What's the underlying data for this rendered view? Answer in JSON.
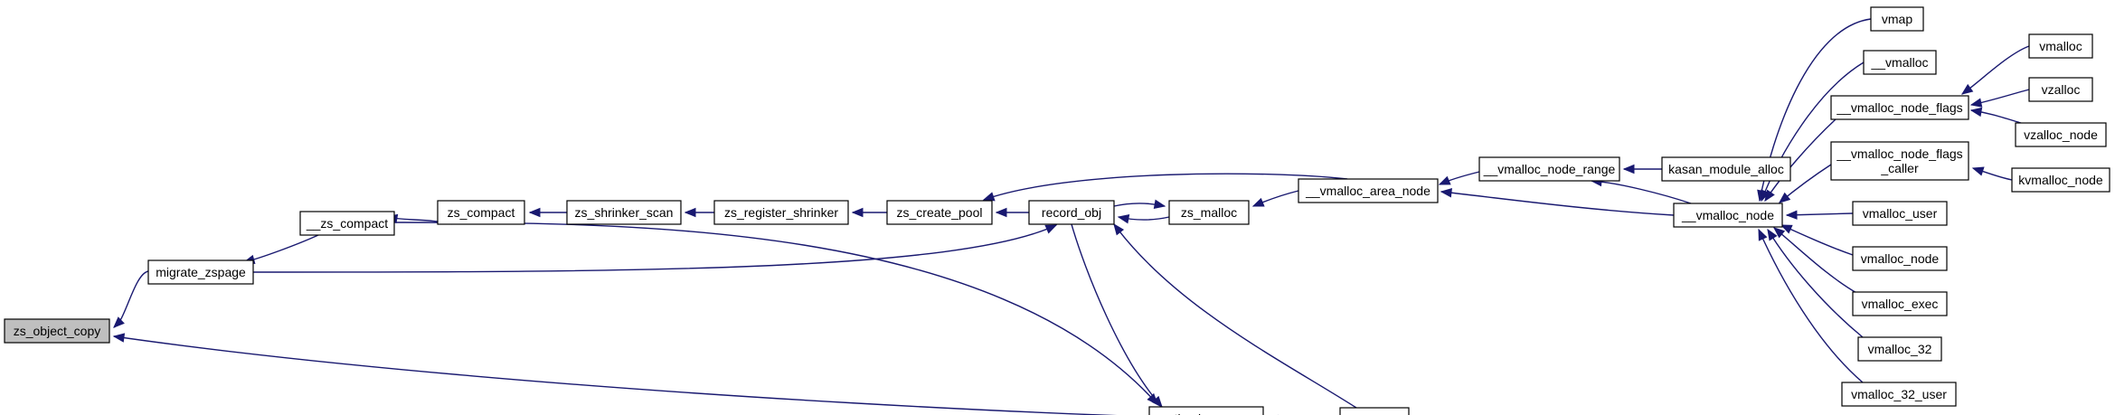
{
  "colors": {
    "edge": "#191970",
    "node_fill": "#ffffff",
    "highlight_fill": "#bfbfbf",
    "node_border": "#000000"
  },
  "diagram": {
    "type": "caller-graph",
    "nodes": [
      {
        "id": "zs_object_copy",
        "label": "zs_object_copy",
        "highlight": true
      },
      {
        "id": "migrate_zspage",
        "label": "migrate_zspage"
      },
      {
        "id": "__zs_compact",
        "label": "__zs_compact"
      },
      {
        "id": "zs_compact",
        "label": "zs_compact"
      },
      {
        "id": "zs_shrinker_scan",
        "label": "zs_shrinker_scan"
      },
      {
        "id": "zs_register_shrinker",
        "label": "zs_register_shrinker"
      },
      {
        "id": "zs_create_pool",
        "label": "zs_create_pool"
      },
      {
        "id": "record_obj",
        "label": "record_obj"
      },
      {
        "id": "zs_malloc",
        "label": "zs_malloc"
      },
      {
        "id": "putback_zspage",
        "label": "putback_zspage"
      },
      {
        "id": "zs_exit",
        "label": "zs_exit"
      },
      {
        "id": "__vmalloc_area_node",
        "label": "__vmalloc_area_node"
      },
      {
        "id": "__vmalloc_node_range",
        "label": "__vmalloc_node_range"
      },
      {
        "id": "kasan_module_alloc",
        "label": "kasan_module_alloc"
      },
      {
        "id": "__vmalloc_node",
        "label": "__vmalloc_node"
      },
      {
        "id": "vmap",
        "label": "vmap"
      },
      {
        "id": "__vmalloc",
        "label": "__vmalloc"
      },
      {
        "id": "__vmalloc_node_flags",
        "label": "__vmalloc_node_flags"
      },
      {
        "id": "__vmalloc_node_flags_caller",
        "label": "__vmalloc_node_flags\n_caller"
      },
      {
        "id": "vmalloc_user",
        "label": "vmalloc_user"
      },
      {
        "id": "vmalloc_node",
        "label": "vmalloc_node"
      },
      {
        "id": "vmalloc_exec",
        "label": "vmalloc_exec"
      },
      {
        "id": "vmalloc_32",
        "label": "vmalloc_32"
      },
      {
        "id": "vmalloc_32_user",
        "label": "vmalloc_32_user"
      },
      {
        "id": "vmalloc",
        "label": "vmalloc"
      },
      {
        "id": "vzalloc",
        "label": "vzalloc"
      },
      {
        "id": "vzalloc_node",
        "label": "vzalloc_node"
      },
      {
        "id": "kvmalloc_node",
        "label": "kvmalloc_node"
      }
    ],
    "edges": [
      {
        "from": "migrate_zspage",
        "to": "zs_object_copy"
      },
      {
        "from": "zs_exit",
        "to": "zs_object_copy"
      },
      {
        "from": "__zs_compact",
        "to": "migrate_zspage"
      },
      {
        "from": "zs_compact",
        "to": "__zs_compact"
      },
      {
        "from": "zs_shrinker_scan",
        "to": "zs_compact"
      },
      {
        "from": "zs_register_shrinker",
        "to": "zs_shrinker_scan"
      },
      {
        "from": "zs_create_pool",
        "to": "zs_register_shrinker"
      },
      {
        "from": "record_obj",
        "to": "zs_create_pool"
      },
      {
        "from": "__vmalloc_area_node",
        "to": "zs_create_pool"
      },
      {
        "from": "migrate_zspage",
        "to": "record_obj"
      },
      {
        "from": "zs_malloc",
        "to": "record_obj"
      },
      {
        "from": "record_obj",
        "to": "zs_malloc"
      },
      {
        "from": "__vmalloc_area_node",
        "to": "zs_malloc"
      },
      {
        "from": "record_obj",
        "to": "putback_zspage"
      },
      {
        "from": "__zs_compact",
        "to": "putback_zspage"
      },
      {
        "from": "zs_exit",
        "to": "putback_zspage"
      },
      {
        "from": "zs_exit",
        "to": "record_obj"
      },
      {
        "from": "__vmalloc_node_range",
        "to": "__vmalloc_area_node"
      },
      {
        "from": "__vmalloc_node",
        "to": "__vmalloc_area_node"
      },
      {
        "from": "kasan_module_alloc",
        "to": "__vmalloc_node_range"
      },
      {
        "from": "__vmalloc_node",
        "to": "__vmalloc_node_range"
      },
      {
        "from": "vmap",
        "to": "__vmalloc_node"
      },
      {
        "from": "__vmalloc",
        "to": "__vmalloc_node"
      },
      {
        "from": "__vmalloc_node_flags",
        "to": "__vmalloc_node"
      },
      {
        "from": "__vmalloc_node_flags_caller",
        "to": "__vmalloc_node"
      },
      {
        "from": "vmalloc_user",
        "to": "__vmalloc_node"
      },
      {
        "from": "vmalloc_node",
        "to": "__vmalloc_node"
      },
      {
        "from": "vmalloc_exec",
        "to": "__vmalloc_node"
      },
      {
        "from": "vmalloc_32",
        "to": "__vmalloc_node"
      },
      {
        "from": "vmalloc_32_user",
        "to": "__vmalloc_node"
      },
      {
        "from": "vmalloc",
        "to": "__vmalloc_node_flags"
      },
      {
        "from": "vzalloc",
        "to": "__vmalloc_node_flags"
      },
      {
        "from": "vzalloc_node",
        "to": "__vmalloc_node_flags"
      },
      {
        "from": "kvmalloc_node",
        "to": "__vmalloc_node_flags_caller"
      }
    ]
  }
}
